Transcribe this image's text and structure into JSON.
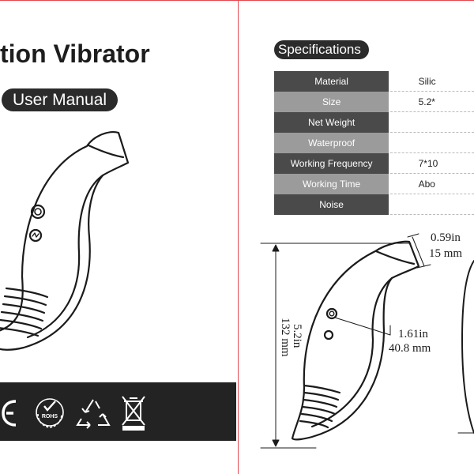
{
  "cover": {
    "title": "tion Vibrator",
    "subtitle": "User Manual",
    "certifications": [
      {
        "icon": "ce-mark-icon",
        "label": "E"
      },
      {
        "icon": "rohs-icon",
        "label": "ROHS"
      },
      {
        "icon": "recycle-icon"
      },
      {
        "icon": "weee-bin-icon"
      }
    ]
  },
  "specs": {
    "heading": "Specifications",
    "rows": [
      {
        "label": "Material",
        "value": "Silic"
      },
      {
        "label": "Size",
        "value": "5.2*"
      },
      {
        "label": "Net Weight",
        "value": ""
      },
      {
        "label": "Waterproof",
        "value": ""
      },
      {
        "label": "Working Frequency",
        "value": "7*10"
      },
      {
        "label": "Working Time",
        "value": "Abo"
      },
      {
        "label": "Noise",
        "value": ""
      }
    ]
  },
  "dimensions": {
    "tip_in": "0.59in",
    "tip_mm": "15 mm",
    "width_in": "1.61in",
    "width_mm": "40.8 mm",
    "height_in": "5.2in",
    "height_mm": "132 mm"
  },
  "colors": {
    "accent_line": "#e2474e",
    "dark_fill": "#2b2b2b",
    "row_dark": "#4a4a4a",
    "row_light": "#9b9b9b"
  }
}
